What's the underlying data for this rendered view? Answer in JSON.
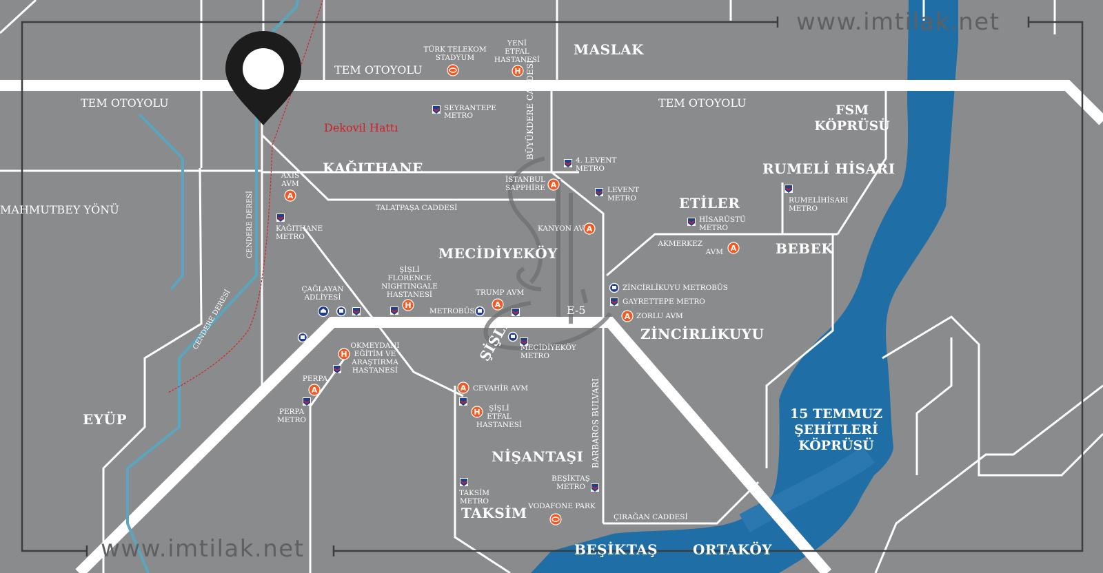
{
  "watermark": {
    "top": "www.imtilak.net",
    "bottom": "www.imtilak.net"
  },
  "districts": {
    "maslak": "MASLAK",
    "kagithane": "KAĞITHANE",
    "mecidiyekoy": "MECİDİYEKÖY",
    "etiler": "ETİLER",
    "rumeli_hisari": "RUMELİ HİSARI",
    "bebek": "BEBEK",
    "zincirlikuyu": "ZİNCİRLİKUYU",
    "sisli": "ŞİŞLİ",
    "nisantasi": "NİŞANTAŞI",
    "taksim": "TAKSİM",
    "besiktas": "BEŞİKTAŞ",
    "ortakoy": "ORTAKÖY",
    "eyup": "EYÜP",
    "mahmutbey": "MAHMUTBEY YÖNÜ"
  },
  "bridges": {
    "fsm": [
      "FSM",
      "KÖPRÜSÜ"
    ],
    "temmuz": [
      "15 TEMMUZ",
      "ŞEHİTLERİ",
      "KÖPRÜSÜ"
    ]
  },
  "roads": {
    "tem_1": "TEM OTOYOLU",
    "tem_2": "TEM OTOYOLU",
    "tem_3": "TEM OTOYOLU",
    "talatpasa": "TALATPAŞA CADDESİ",
    "buyukdere": "BÜYÜKDERE CADDESİ",
    "barbaros": "BARBAROS BULVARI",
    "ciragan": "ÇIRAĞAN CADDESİ",
    "e5": "E-5",
    "cendere_1": "CENDERE DERESİ",
    "cendere_2": "CENDERE DERESİ",
    "dekovil": "Dekovil Hattı"
  },
  "pois": {
    "turk_telekom": [
      "TÜRK TELEKOM",
      "STADYUM"
    ],
    "yeni_etfal": [
      "YENİ",
      "ETFAL",
      "HASTANESİ"
    ],
    "seyrantepe": [
      "SEYRANTEPE",
      "METRO"
    ],
    "levent_4": [
      "4. LEVENT",
      "METRO"
    ],
    "istanbul_sapphire": [
      "İSTANBUL",
      "SAPPHİRE"
    ],
    "levent": [
      "LEVENT",
      "METRO"
    ],
    "kanyon": "KANYON AVM",
    "axis": [
      "AXİS",
      "AVM"
    ],
    "kagithane_metro": [
      "KAĞITHANE",
      "METRO"
    ],
    "rumelihisari_metro": [
      "RUMELİHİSARI",
      "METRO"
    ],
    "hisarustu": [
      "HİSARÜSTÜ",
      "METRO"
    ],
    "akmerkez": [
      "AKMERKEZ",
      "AVM"
    ],
    "florence": [
      "ŞİŞLİ",
      "FLORENCE",
      "NIGHTINGALE",
      "HASTANESİ"
    ],
    "trump": "TRUMP AVM",
    "metrobus": "METROBÜS",
    "caglayan": [
      "ÇAĞLAYAN",
      "ADLİYESİ"
    ],
    "zincirlikuyu_metrobus": "ZİNCİRLİKUYU METROBÜS",
    "gayrettepe": "GAYRETTEPE METRO",
    "zorlu": "ZORLU AVM",
    "mecidiyekoy_metro": [
      "MECİDİYEKÖY",
      "METRO"
    ],
    "okmeydani": [
      "OKMEYDANI",
      "EĞİTİM VE",
      "ARAŞTIRMA",
      "HASTANESİ"
    ],
    "perpa_avm": "PERPA",
    "perpa_metro": [
      "PERPA",
      "METRO"
    ],
    "cevahir": "CEVAHİR AVM",
    "sisli_etfal": [
      "ŞİŞLİ",
      "ETFAL",
      "HASTANESİ"
    ],
    "taksim_metro": [
      "TAKSİM",
      "METRO"
    ],
    "besiktas_metro": [
      "BEŞİKTAŞ",
      "METRO"
    ],
    "vodafone": "VODAFONE PARK"
  },
  "icons": {
    "avm": "A",
    "hospital": "H",
    "stadium": "stadium-icon",
    "metro": "metro-icon",
    "metrobus": "metrobus-icon",
    "courthouse": "courthouse-icon",
    "pin": "location-pin-icon"
  },
  "colors": {
    "land": "#8a8b8d",
    "road": "#ffffff",
    "sea": "#1f6ea6",
    "stream": "#5aa6c0",
    "railway": "#d31f26",
    "poi": "#f15a22",
    "pin": "#1c1c1c",
    "metro_blue": "#203e8f",
    "metro_red": "#c1272d"
  }
}
